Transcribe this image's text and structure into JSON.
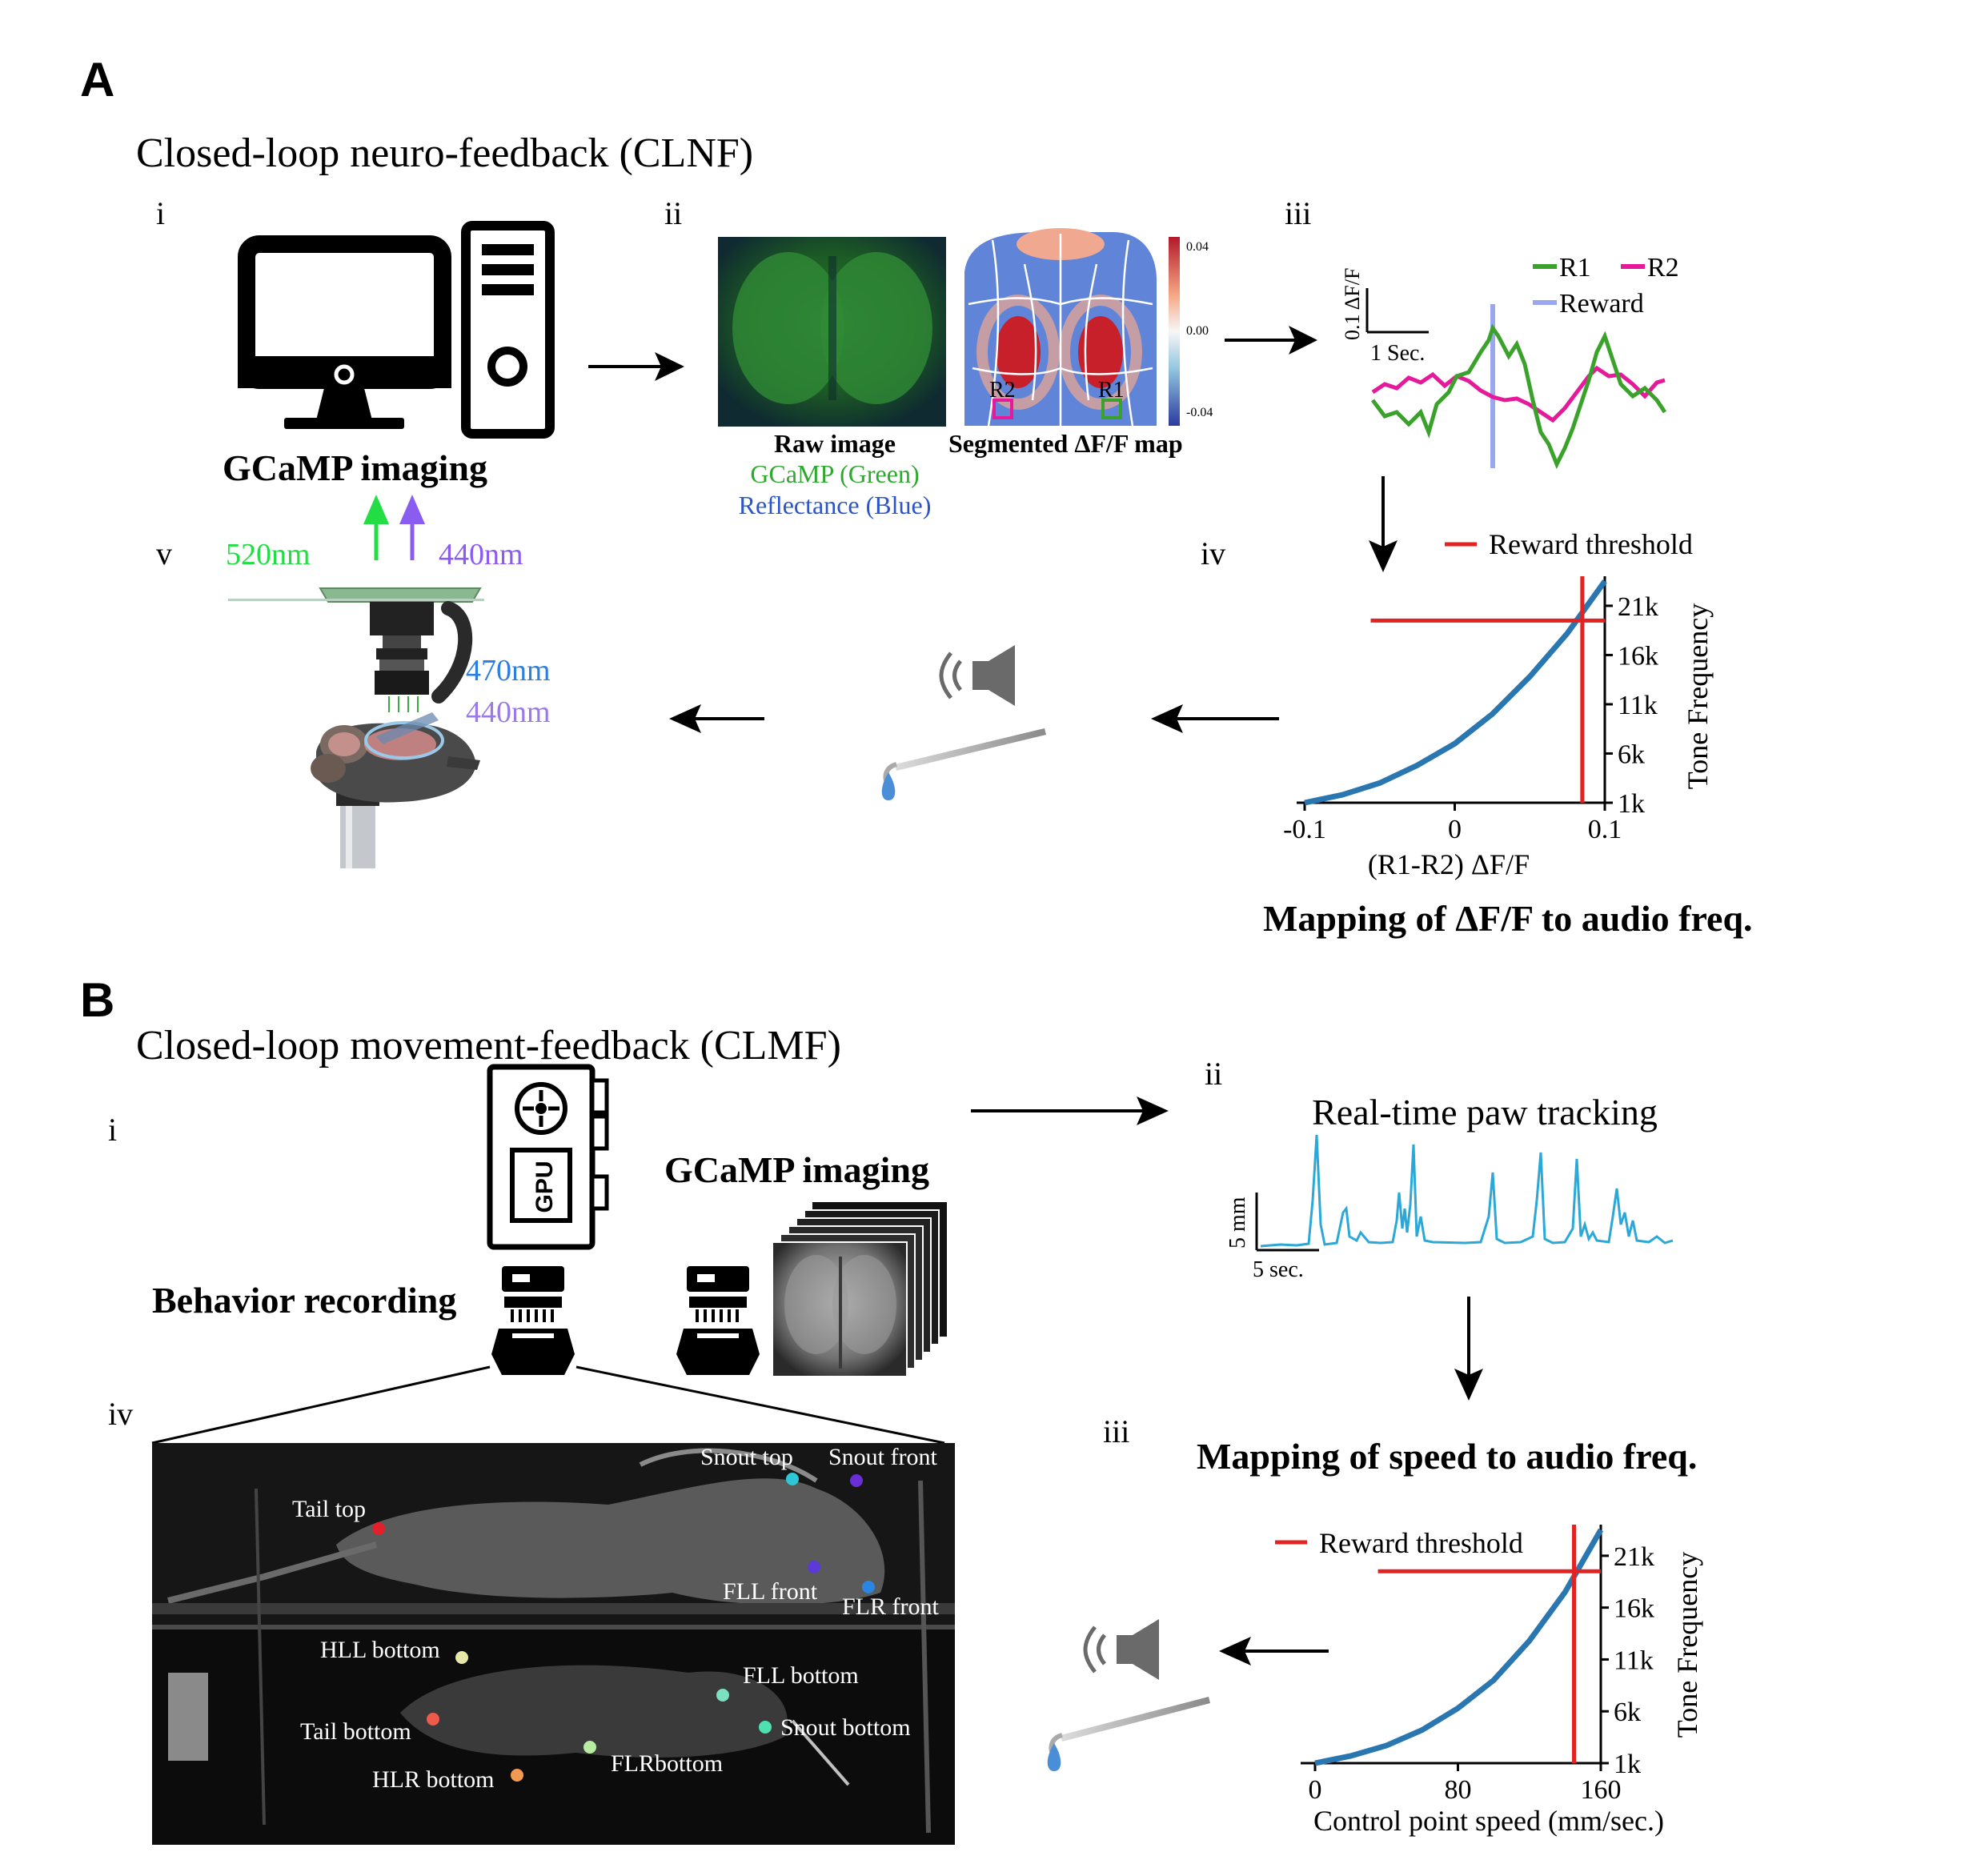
{
  "panelA": {
    "letter": "A",
    "title": "Closed-loop neuro-feedback (CLNF)",
    "roman": {
      "i": "i",
      "ii": "ii",
      "iii": "iii",
      "iv": "iv",
      "v": "v"
    },
    "gcamp_imaging": "GCaMP imaging",
    "wavelength_520": "520nm",
    "wavelength_440_top": "440nm",
    "wavelength_470": "470nm",
    "wavelength_440_bottom": "440nm",
    "raw_image_label": "Raw image",
    "gcamp_green_label": "GCaMP (Green)",
    "reflectance_blue_label": "Reflectance (Blue)",
    "segmented_label": "Segmented ΔF/F map",
    "roi_r1": "R1",
    "roi_r2": "R2",
    "colorbar_ticks": [
      "0.04",
      "0.00",
      "-0.04"
    ],
    "trace_scale_y": "0.1 ΔF/F",
    "trace_scale_x": "1 Sec.",
    "legend": {
      "r1": "R1",
      "r2": "R2",
      "reward": "Reward"
    },
    "mapping_title": "Mapping of ΔF/F to audio freq.",
    "colors": {
      "r1": "#3aa12a",
      "r2": "#e6199a",
      "reward": "#9aa6ee",
      "curve": "#2a76b0",
      "threshold": "#e32222"
    }
  },
  "panelB": {
    "letter": "B",
    "title": "Closed-loop movement-feedback (CLMF)",
    "roman": {
      "i": "i",
      "ii": "ii",
      "iii": "iii",
      "iv": "iv"
    },
    "gpu_label": "GPU",
    "gcamp_imaging": "GCaMP imaging",
    "behavior_recording": "Behavior recording",
    "paw_tracking_title": "Real-time paw tracking",
    "trace_scale_y": "5 mm",
    "trace_scale_x": "5 sec.",
    "mapping_title": "Mapping of speed to audio freq.",
    "keypoints": [
      {
        "label": "Snout top",
        "color": "#2ec7d6"
      },
      {
        "label": "Snout front",
        "color": "#6a2fd4"
      },
      {
        "label": "Tail top",
        "color": "#e0202a"
      },
      {
        "label": "FLL front",
        "color": "#5b3ad8"
      },
      {
        "label": "FLR front",
        "color": "#2a86e0"
      },
      {
        "label": "HLL bottom",
        "color": "#e6e6a6"
      },
      {
        "label": "FLL bottom",
        "color": "#7be0c0"
      },
      {
        "label": "Tail bottom",
        "color": "#ef5a4a"
      },
      {
        "label": "Snout bottom",
        "color": "#4ee0b0"
      },
      {
        "label": "FLRbottom",
        "color": "#b8eca0"
      },
      {
        "label": "HLR bottom",
        "color": "#f29a50"
      }
    ],
    "trace_color": "#2ba8d8"
  },
  "chart_data": [
    {
      "type": "line",
      "title": "",
      "legend": "Reward threshold",
      "xlabel": "(R1-R2) ΔF/F",
      "ylabel": "Tone Frequency",
      "xlim": [
        -0.1,
        0.1
      ],
      "ylim": [
        1000,
        24000
      ],
      "x_ticks": [
        "-0.1",
        "0",
        "0.1"
      ],
      "y_ticks": [
        "1k",
        "6k",
        "11k",
        "16k",
        "21k"
      ],
      "x": [
        -0.1,
        -0.075,
        -0.05,
        -0.025,
        0,
        0.025,
        0.05,
        0.075,
        0.1
      ],
      "y": [
        1000,
        1800,
        3000,
        4800,
        7000,
        10000,
        13800,
        18200,
        23500
      ],
      "threshold_x": 0.085,
      "threshold_y": 19500
    },
    {
      "type": "line",
      "title": "",
      "legend": "Reward threshold",
      "xlabel": "Control point speed (mm/sec.)",
      "ylabel": "Tone Frequency",
      "xlim": [
        0,
        160
      ],
      "ylim": [
        1000,
        24000
      ],
      "x_ticks": [
        "0",
        "80",
        "160"
      ],
      "y_ticks": [
        "1k",
        "6k",
        "11k",
        "16k",
        "21k"
      ],
      "x": [
        0,
        20,
        40,
        60,
        80,
        100,
        120,
        140,
        160
      ],
      "y": [
        1000,
        1700,
        2700,
        4200,
        6300,
        9000,
        12800,
        17500,
        23500
      ],
      "threshold_x": 145,
      "threshold_y": 19500
    }
  ]
}
